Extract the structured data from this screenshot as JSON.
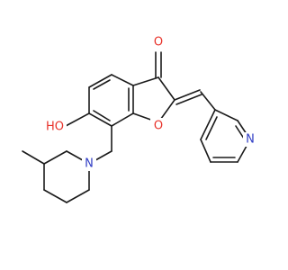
{
  "molecule": {
    "atom_labels": {
      "ketone_oxygen": "O",
      "ring_oxygen": "O",
      "hydroxyl": "HO",
      "piperidine_nitrogen": "N",
      "pyridine_nitrogen": "N"
    }
  }
}
